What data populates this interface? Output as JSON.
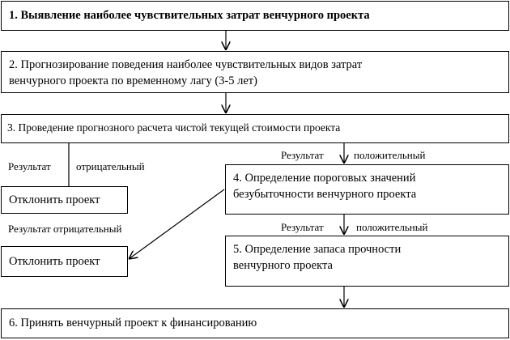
{
  "steps": {
    "step1": "1. Выявление наиболее чувствительных затрат венчурного проекта",
    "step2_line1": "2. Прогнозирование поведения наиболее чувствительных видов затрат",
    "step2_line2": "венчурного проекта по временному лагу (3-5 лет)",
    "step3": "3. Проведение прогнозного расчета чистой текущей стоимости проекта",
    "step4_line1": "4. Определение пороговых значений",
    "step4_line2": "безубыточности  венчурного проекта",
    "step5_line1": "5. Определение запаса прочности",
    "step5_line2": "венчурного проекта",
    "step6": "6. Принять венчурный проект к финансированию"
  },
  "rejects": {
    "reject1": "Отклонить проект",
    "reject2": "Отклонить проект"
  },
  "labels": {
    "result_negative_1_word": "Результат",
    "result_negative_1_value": "отрицательный",
    "result_positive_1_word": "Результат",
    "result_positive_1_value": "положительный",
    "result_negative_2": "Результат отрицательный",
    "result_positive_2_word": "Результат",
    "result_positive_2_value": "положительный"
  }
}
